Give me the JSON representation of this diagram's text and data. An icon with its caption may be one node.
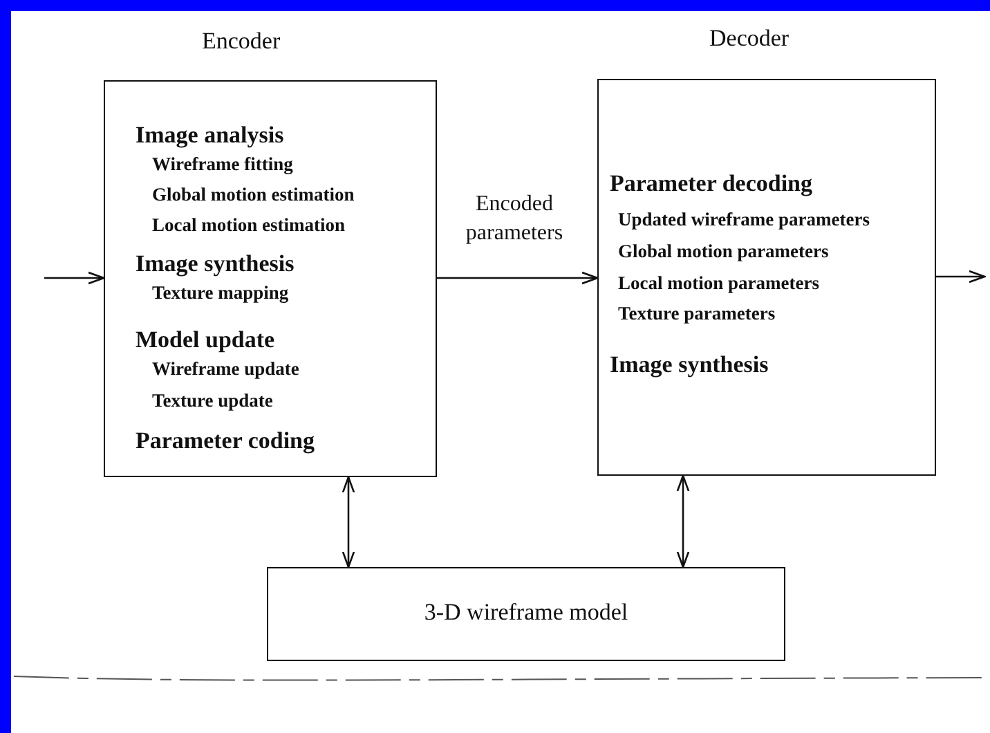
{
  "diagram": {
    "nodes": [
      {
        "text": [
          "Encoder",
          "Image analysis",
          "Wireframe fitting",
          "Global motion estimation",
          "Local motion estimation",
          "Image synthesis",
          "Texture mapping",
          "Model update",
          "Wireframe update",
          "Texture update",
          "Parameter coding"
        ]
      },
      {
        "text": [
          "Decoder",
          "Parameter decoding",
          "Updated wireframe parameters",
          "Global motion parameters",
          "Local motion parameters",
          "Texture parameters",
          "Image synthesis"
        ]
      },
      {
        "text": [
          "3-D wireframe model"
        ]
      }
    ],
    "edges": [
      {
        "from": null,
        "to": 0,
        "arrow": "to"
      },
      {
        "from": 0,
        "to": 1,
        "arrow": "to",
        "label": "Encoded parameters"
      },
      {
        "from": 1,
        "to": null,
        "arrow": "to"
      },
      {
        "from": 0,
        "to": 2,
        "arrow": "both"
      },
      {
        "from": 1,
        "to": 2,
        "arrow": "both"
      }
    ]
  }
}
